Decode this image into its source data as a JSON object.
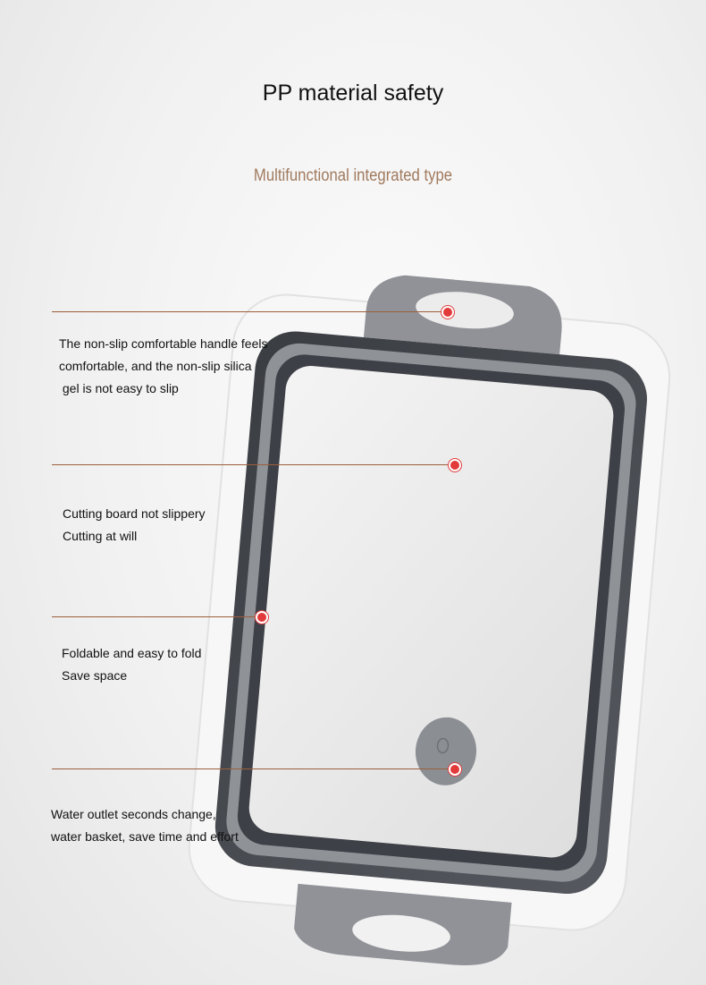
{
  "title": "PP material safety",
  "subtitle": "Multifunctional integrated type",
  "callouts": [
    {
      "lines": [
        "The non-slip comfortable handle feels",
        "comfortable, and the non-slip silica",
        " gel is not easy to slip"
      ]
    },
    {
      "lines": [
        "Cutting board not slippery",
        "Cutting at will"
      ]
    },
    {
      "lines": [
        "Foldable and easy to fold",
        "Save space"
      ]
    },
    {
      "lines": [
        "Water outlet seconds change,",
        "water basket, save time and effort"
      ]
    }
  ],
  "colors": {
    "accent_line": "#9c5e3c",
    "marker": "#e23a3a",
    "subtitle": "#a07a5e"
  }
}
